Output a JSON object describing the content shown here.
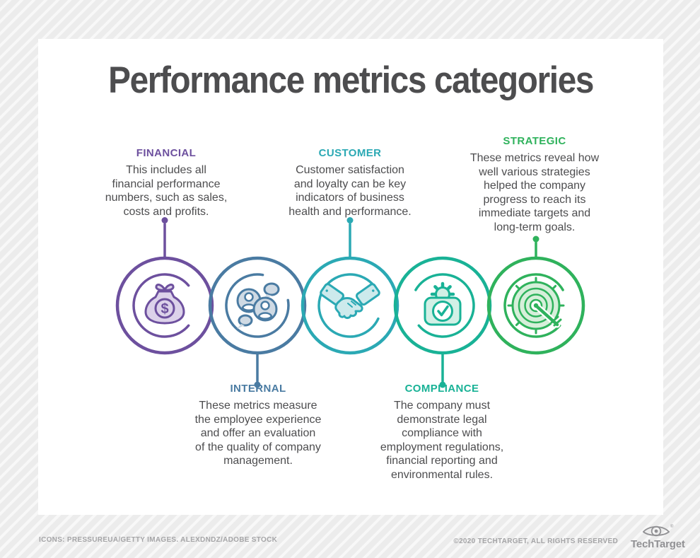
{
  "title": "Performance metrics categories",
  "categories": [
    {
      "id": "financial",
      "label": "FINANCIAL",
      "description": "This includes all\nfinancial performance\nnumbers, such as sales,\ncosts and profits.",
      "color": "#6d509e",
      "icon_fill": "#dcd2ea",
      "icon": "money-bag-icon",
      "label_position": "top"
    },
    {
      "id": "internal",
      "label": "INTERNAL",
      "description": "These metrics measure\nthe employee experience\nand offer an evaluation\nof the quality of company\nmanagement.",
      "color": "#4a7ba2",
      "icon_fill": "#cfdae4",
      "icon": "people-chat-icon",
      "label_position": "bottom"
    },
    {
      "id": "customer",
      "label": "CUSTOMER",
      "description": "Customer satisfaction\nand loyalty can be key\nindicators of business\nhealth and performance.",
      "color": "#2ba9b4",
      "icon_fill": "#cdeaec",
      "icon": "handshake-icon",
      "label_position": "top"
    },
    {
      "id": "compliance",
      "label": "COMPLIANCE",
      "description": "The company must\ndemonstrate legal\ncompliance with\nemployment regulations,\nfinancial reporting and\nenvironmental rules.",
      "color": "#19b296",
      "icon_fill": "#d2f0e6",
      "icon": "compliance-check-icon",
      "label_position": "bottom"
    },
    {
      "id": "strategic",
      "label": "STRATEGIC",
      "description": "These metrics reveal how\nwell various strategies\nhelped the company\nprogress to reach its\nimmediate targets and\nlong-term goals.",
      "color": "#2fb25c",
      "icon_fill": "#d6efda",
      "icon": "target-dart-icon",
      "label_position": "top"
    }
  ],
  "glyphs": {
    "dollar": "$",
    "registered": "®"
  },
  "footer": {
    "credits": "ICONS: PRESSUREUA/GETTY IMAGES. ALEXDNDZ/ADOBE STOCK",
    "copyright": "©2020 TECHTARGET, ALL RIGHTS RESERVED",
    "brand": "TechTarget"
  },
  "colors": {
    "background": "#ededee",
    "stripe": "#f8f8f8",
    "card": "#ffffff",
    "title_text": "#4d4d4f",
    "body_text": "#4d4d4f",
    "footer_text": "#a5a5a7",
    "logo_gray": "#919194"
  }
}
